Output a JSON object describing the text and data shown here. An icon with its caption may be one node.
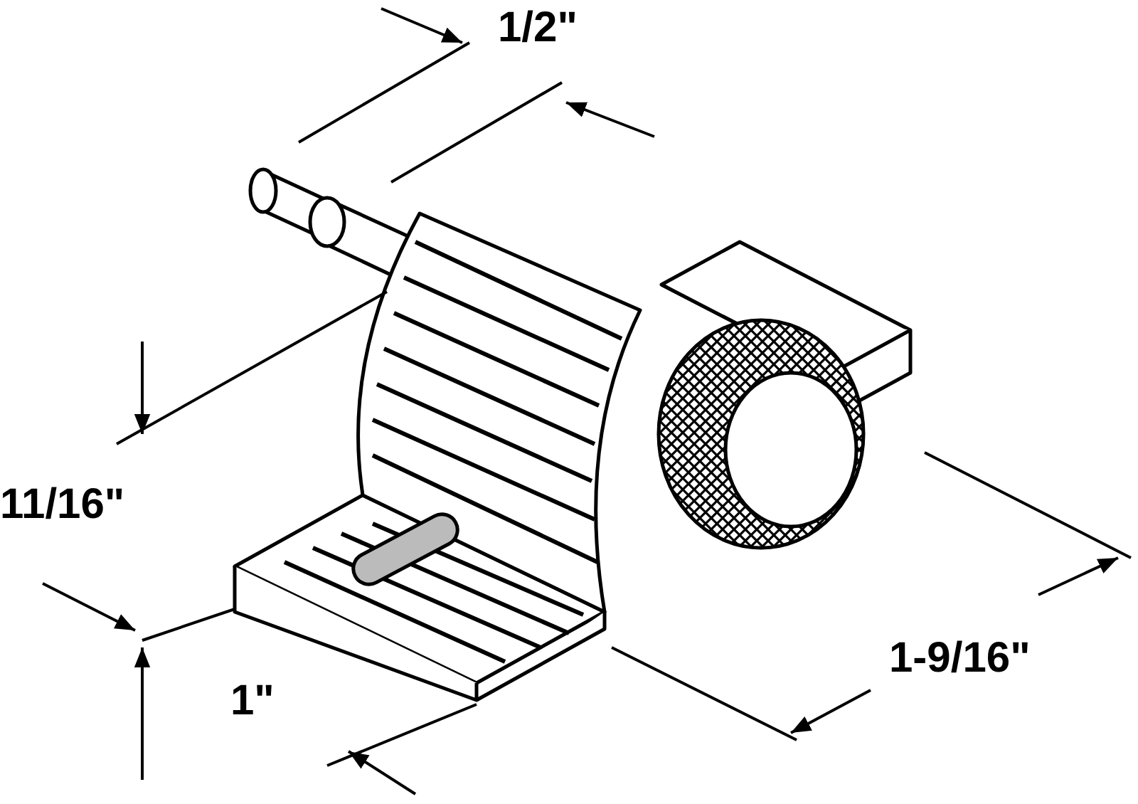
{
  "diagram": {
    "labels": [
      "1/2\"",
      "11/16\"",
      "1-9/16\"",
      "1\""
    ]
  }
}
